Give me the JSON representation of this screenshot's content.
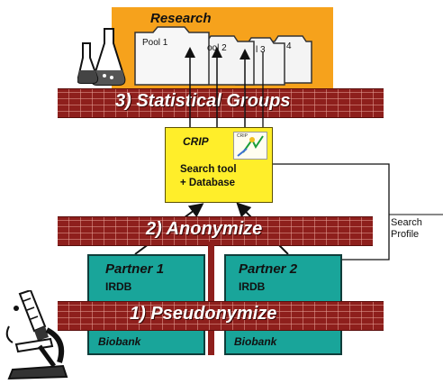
{
  "research": {
    "title": "Research",
    "pools": [
      "Pool 1",
      "ool 2",
      "l 3",
      "4"
    ]
  },
  "bands": {
    "statistical": "3) Statistical Groups",
    "anonymize": "2) Anonymize",
    "pseudonymize": "1) Pseudonymize"
  },
  "crip": {
    "title": "CRIP",
    "logo_text": "CRIP",
    "line1": "Search tool",
    "line2": "+ Database"
  },
  "partners": [
    {
      "name": "Partner 1",
      "irdb": "IRDB",
      "biobank": "Biobank"
    },
    {
      "name": "Partner 2",
      "irdb": "IRDB",
      "biobank": "Biobank"
    }
  ],
  "search_profile": {
    "line1": "Search",
    "line2": "Profile"
  },
  "colors": {
    "research_bg": "#f6a21c",
    "band_red": "#8e1f1c",
    "crip_yellow": "#ffee2a",
    "partner_teal": "#19a59a"
  },
  "icons": [
    "lab-flask-icon",
    "microscope-icon",
    "crip-logo-icon"
  ]
}
